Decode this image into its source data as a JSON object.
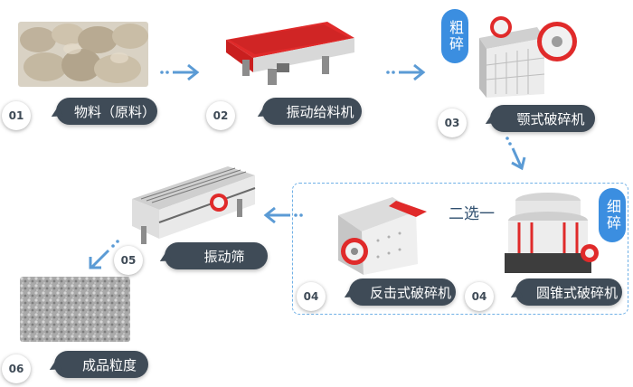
{
  "steps": [
    {
      "num": "01",
      "label": "物料（原料）"
    },
    {
      "num": "02",
      "label": "振动给料机"
    },
    {
      "num": "03",
      "label": "颚式破碎机"
    },
    {
      "num": "04",
      "label": "反击式破碎机"
    },
    {
      "num": "04",
      "label": "圆锥式破碎机"
    },
    {
      "num": "05",
      "label": "振动筛"
    },
    {
      "num": "06",
      "label": "成品粒度"
    }
  ],
  "badges": {
    "coarse": "粗碎",
    "fine": "细碎"
  },
  "choice_label": "二选一",
  "colors": {
    "pill": "#3f4b57",
    "accent_blue": "#3b8ee0",
    "arrow": "#5b9bd5",
    "machine_red": "#e02a2a"
  },
  "icons": [
    "raw-stone-image",
    "vibrating-feeder-image",
    "jaw-crusher-image",
    "impact-crusher-image",
    "cone-crusher-image",
    "vibrating-screen-image",
    "finished-aggregate-image",
    "flow-arrow-icon"
  ]
}
